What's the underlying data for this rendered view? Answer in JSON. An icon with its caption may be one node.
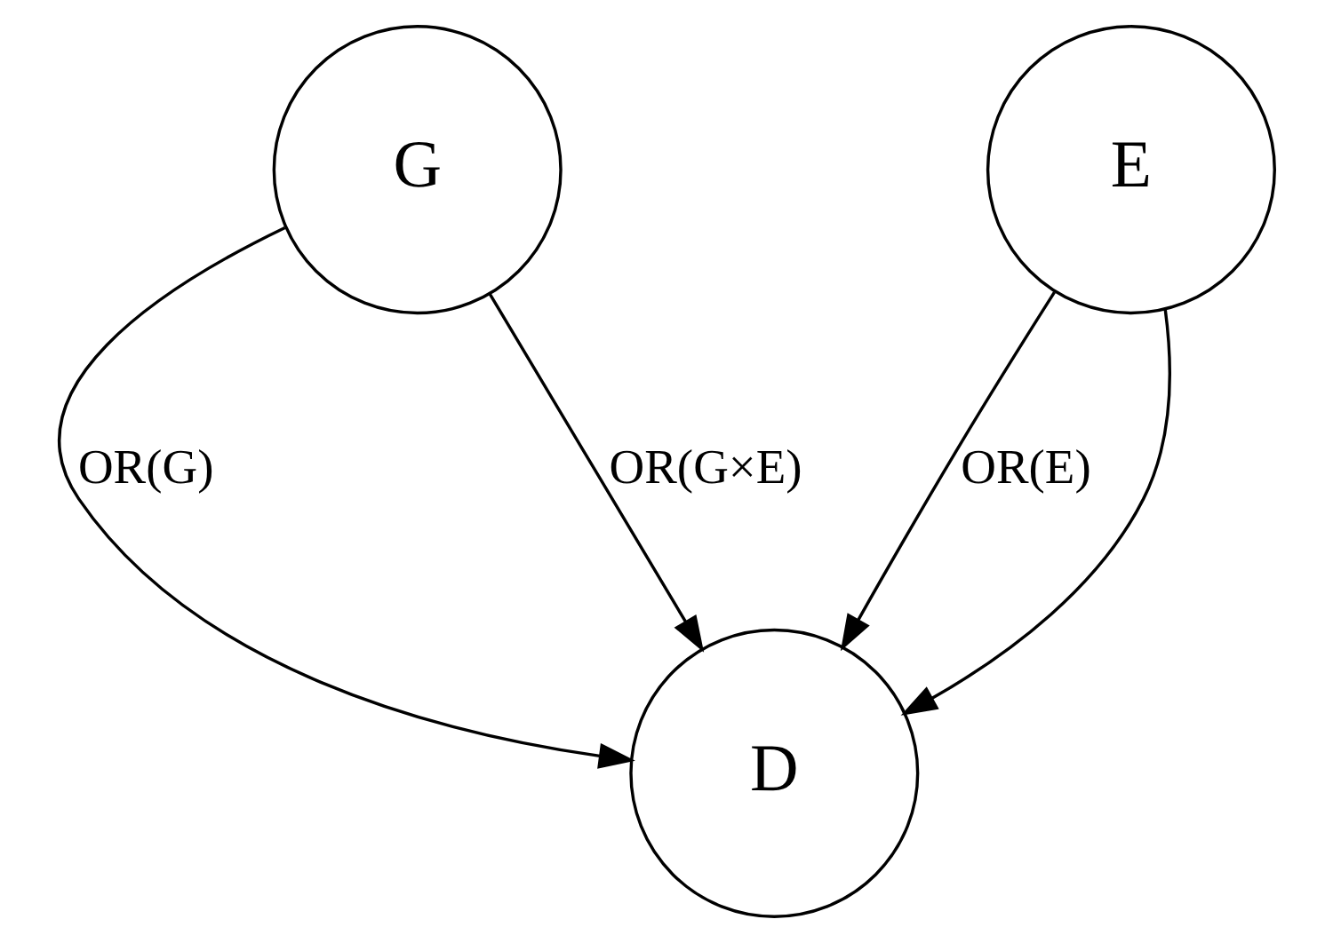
{
  "diagram": {
    "nodes": [
      {
        "text": [
          "G"
        ]
      },
      {
        "text": [
          "E"
        ]
      },
      {
        "text": [
          "D"
        ]
      }
    ],
    "edges": [
      {
        "from": 0,
        "to": 2,
        "arrow": "to",
        "label": "OR(G)"
      },
      {
        "from": 1,
        "to": 2,
        "arrow": "to",
        "label": "OR(E)"
      },
      {
        "from": 0,
        "to": 2,
        "arrow": "to",
        "label": "OR(G×E)"
      },
      {
        "from": 1,
        "to": 2,
        "arrow": "to"
      }
    ]
  }
}
